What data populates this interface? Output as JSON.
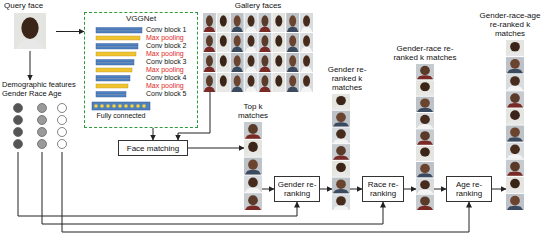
{
  "diagram": {
    "nodes": [
      {
        "text": [
          "Query face"
        ]
      },
      {
        "text": [
          "VGGNet"
        ]
      },
      {
        "text": [
          "Gallery faces"
        ]
      },
      {
        "text": [
          "Demographic features",
          "Gender Race Age"
        ]
      },
      {
        "text": [
          "Face matching"
        ]
      },
      {
        "text": [
          "Top k matches"
        ]
      },
      {
        "text": [
          "Gender re-ranking"
        ]
      },
      {
        "text": [
          "Gender re-ranked k matches"
        ]
      },
      {
        "text": [
          "Race re-ranking"
        ]
      },
      {
        "text": [
          "Gender-race re-ranked k matches"
        ]
      },
      {
        "text": [
          "Age re-ranking"
        ]
      },
      {
        "text": [
          "Gender-race-age re-ranked k matches"
        ]
      }
    ],
    "edges": [
      {
        "from": 0,
        "to": 1,
        "arrow": "to"
      },
      {
        "from": 0,
        "to": 3,
        "arrow": "to"
      },
      {
        "from": 1,
        "to": 4,
        "arrow": "to"
      },
      {
        "from": 2,
        "to": 4,
        "arrow": "to"
      },
      {
        "from": 4,
        "to": 5,
        "arrow": "to"
      },
      {
        "from": 5,
        "to": 6,
        "arrow": "to"
      },
      {
        "from": 6,
        "to": 7,
        "arrow": "to"
      },
      {
        "from": 7,
        "to": 8,
        "arrow": "to"
      },
      {
        "from": 8,
        "to": 9,
        "arrow": "to"
      },
      {
        "from": 9,
        "to": 10,
        "arrow": "to"
      },
      {
        "from": 10,
        "to": 11,
        "arrow": "to"
      },
      {
        "from": 3,
        "to": 6,
        "arrow": "to"
      },
      {
        "from": 3,
        "to": 8,
        "arrow": "to"
      },
      {
        "from": 3,
        "to": 10,
        "arrow": "to"
      }
    ],
    "labels": [
      "Conv block 1",
      "Max pooling",
      "Conv block 2",
      "Max pooling",
      "Conv block 3",
      "Max pooling",
      "Conv block 4",
      "Max pooling",
      "Conv block 5",
      "Fully connected"
    ]
  }
}
